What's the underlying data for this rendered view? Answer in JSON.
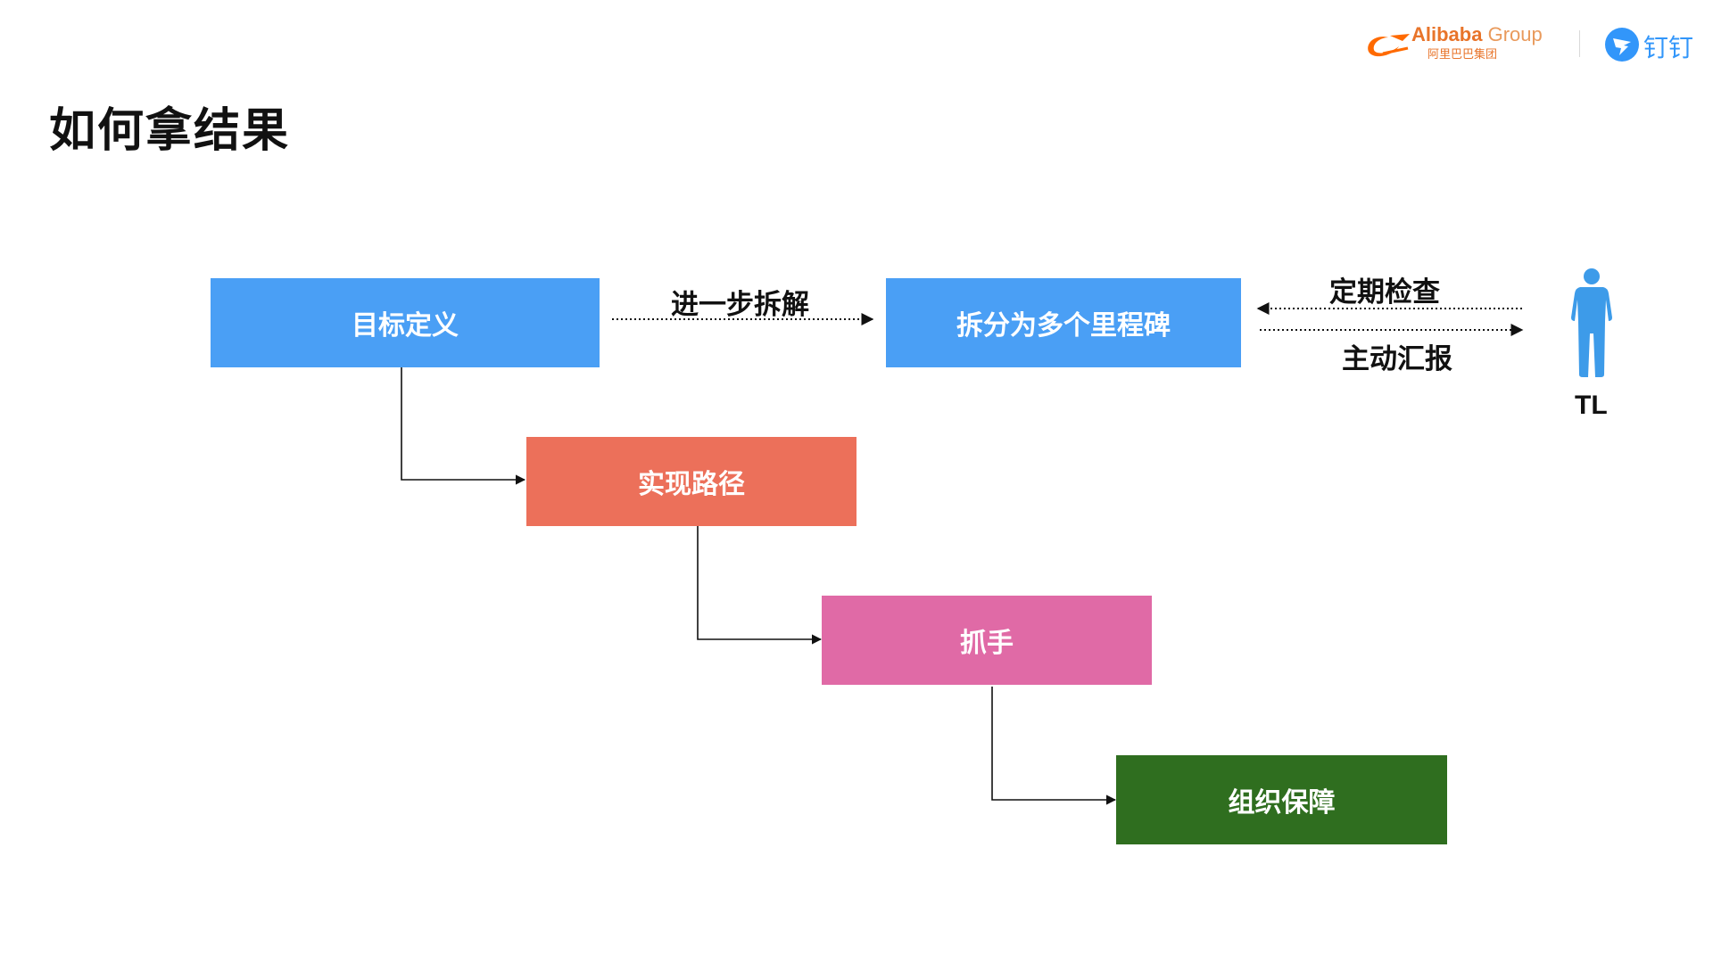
{
  "header": {
    "brand_name_bold": "Alibaba",
    "brand_name_light": "Group",
    "brand_sub": "阿里巴巴集团",
    "dingtalk_name": "钉钉"
  },
  "slide": {
    "title": "如何拿结果"
  },
  "diagram": {
    "nodes": [
      {
        "id": "goal",
        "label": "目标定义",
        "color": "#4a9ff5"
      },
      {
        "id": "milestones",
        "label": "拆分为多个里程碑",
        "color": "#4a9ff5"
      },
      {
        "id": "path",
        "label": "实现路径",
        "color": "#ec705a"
      },
      {
        "id": "grip",
        "label": "抓手",
        "color": "#e06aa6"
      },
      {
        "id": "org",
        "label": "组织保障",
        "color": "#2f6e1f"
      }
    ],
    "edges": {
      "decompose": "进一步拆解",
      "periodic_check": "定期检查",
      "active_report": "主动汇报"
    },
    "person": {
      "label": "TL",
      "icon": "person-icon",
      "color": "#3d9be9"
    }
  }
}
